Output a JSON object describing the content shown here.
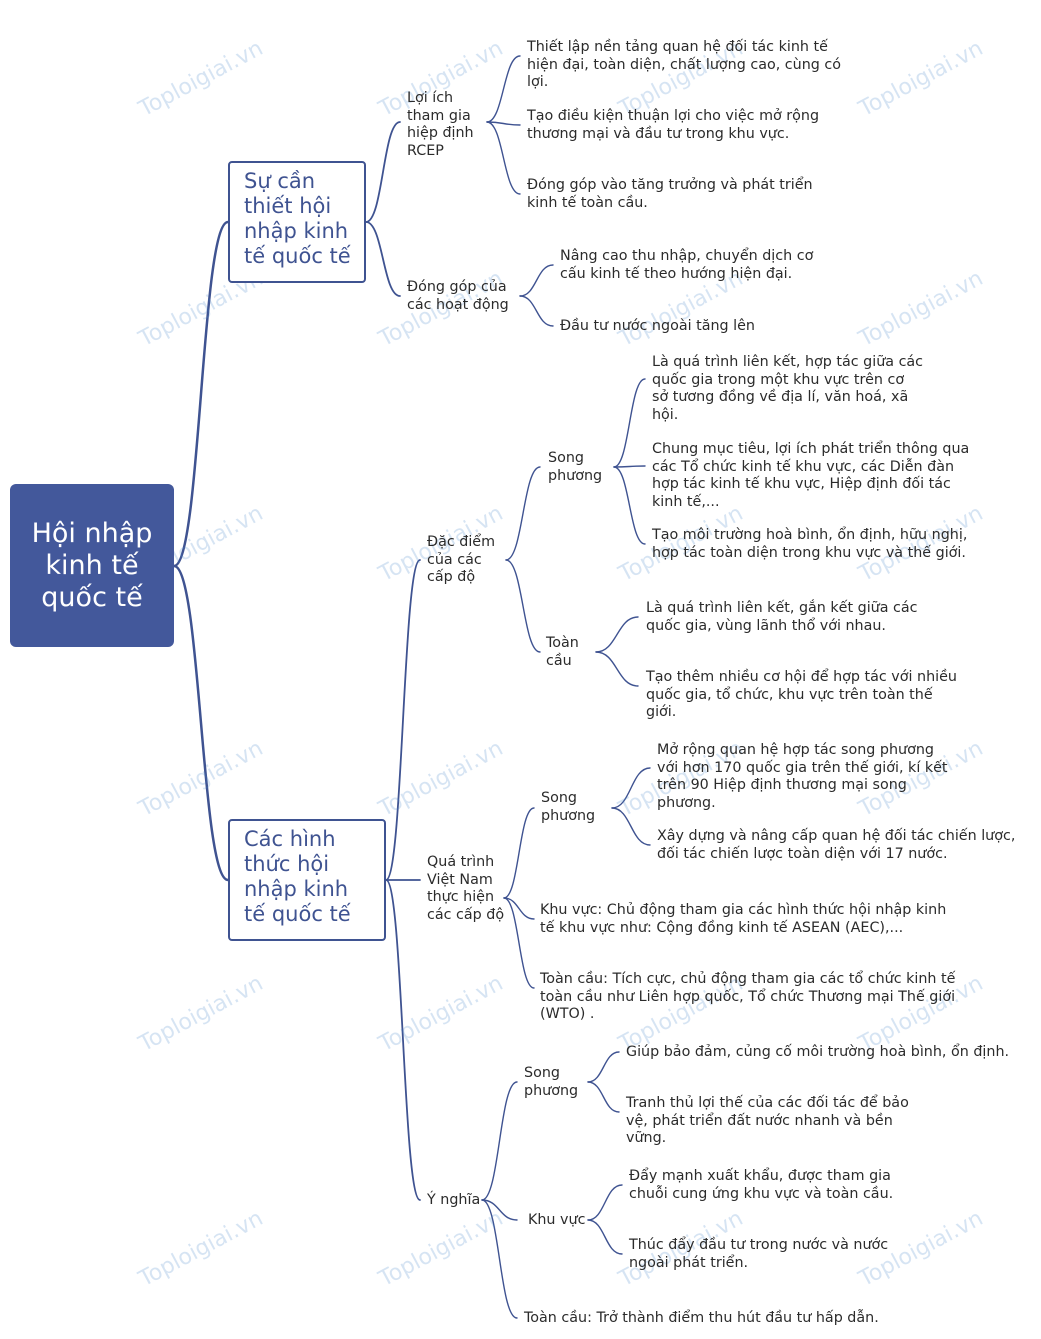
{
  "watermark": "Toploigiai.vn",
  "colors": {
    "root_bg": "#43589b",
    "branch": "#3f5391",
    "text": "#2b2b2b",
    "watermark": "#4682c8"
  },
  "root": {
    "label": "Hội nhập kinh tế quốc tế"
  },
  "branches": {
    "su_can_thiet": {
      "label": "Sự cần thiết hội nhập kinh tế quốc tế",
      "loi_ich": {
        "label": "Lợi ích tham gia hiệp định RCEP",
        "items": [
          "Thiết lập nền tảng quan hệ đối tác kinh tế hiện đại, toàn diện, chất lượng cao, cùng có lợi.",
          " Tạo điều kiện thuận lợi cho việc mở rộng thương mại và đầu tư trong khu vực.",
          "Đóng góp vào tăng trưởng và phát triển kinh tế toàn cầu."
        ]
      },
      "dong_gop": {
        "label": "Đóng góp của các hoạt động",
        "items": [
          "Nâng cao thu nhập, chuyển dịch cơ cấu kinh tế theo hướng hiện đại.",
          "Đầu tư nước ngoài tăng lên"
        ]
      }
    },
    "cac_hinh_thuc": {
      "label": "Các hình thức hội nhập kinh tế quốc tế",
      "dac_diem": {
        "label": "Đặc điểm của các cấp độ",
        "song_phuong": {
          "label": "Song phương",
          "items": [
            "Là quá trình liên kết, hợp tác giữa các quốc gia trong một khu vực trên cơ sở tương đồng về địa lí, văn hoá, xã hội.",
            " Chung mục tiêu, lợi ích phát triển thông qua các Tổ chức kinh tế khu vực, các Diễn đàn hợp tác kinh tế khu vực, Hiệp định đối tác kinh tế,...",
            "Tạo môi trường hoà bình, ổn định, hữu nghị, hợp tác toàn diện trong khu vực và thế giới."
          ]
        },
        "toan_cau": {
          "label": "Toàn cầu",
          "items": [
            "Là quá trình liên kết, gắn kết giữa các quốc gia, vùng lãnh thổ với nhau.",
            "Tạo thêm nhiều cơ hội để hợp tác với nhiều quốc gia, tổ chức, khu vực trên toàn thế giới."
          ]
        }
      },
      "qua_trinh": {
        "label": "Quá trình Việt Nam thực hiện các cấp độ",
        "song_phuong": {
          "label": "Song phương",
          "items": [
            "Mở rộng quan hệ hợp tác song phương với hơn 170 quốc gia trên thế giới, kí kết trên 90 Hiệp định thương mại song phương.",
            "Xây dựng và nâng cấp quan hệ đối tác chiến lược, đối tác chiến lược toàn diện với 17 nước."
          ]
        },
        "khu_vuc": "Khu vực: Chủ động tham gia các hình thức hội nhập kinh tế khu vực như: Cộng đồng kinh tế ASEAN (AEC),...",
        "toan_cau": "Toàn cầu: Tích cực, chủ động tham gia các tổ chức kinh tế toàn cầu như Liên hợp quốc, Tổ chức Thương mại Thế giới (WTO) ."
      },
      "y_nghia": {
        "label": "Ý nghĩa",
        "song_phuong": {
          "label": "Song phương",
          "items": [
            "Giúp bảo đảm, củng cố môi trường hoà bình, ổn định.",
            "Tranh thủ lợi thế của các đối tác để bảo vệ, phát triển đất nước nhanh và bền vững."
          ]
        },
        "khu_vuc": {
          "label": "Khu vực",
          "items": [
            "Đẩy mạnh xuất khẩu, được tham gia chuỗi cung ứng khu vực và toàn cầu.",
            "Thúc đẩy đầu tư trong nước và nước ngoài phát triển."
          ]
        },
        "toan_cau": "Toàn cầu: Trở thành điểm thu hút đầu tư hấp dẫn."
      }
    }
  }
}
